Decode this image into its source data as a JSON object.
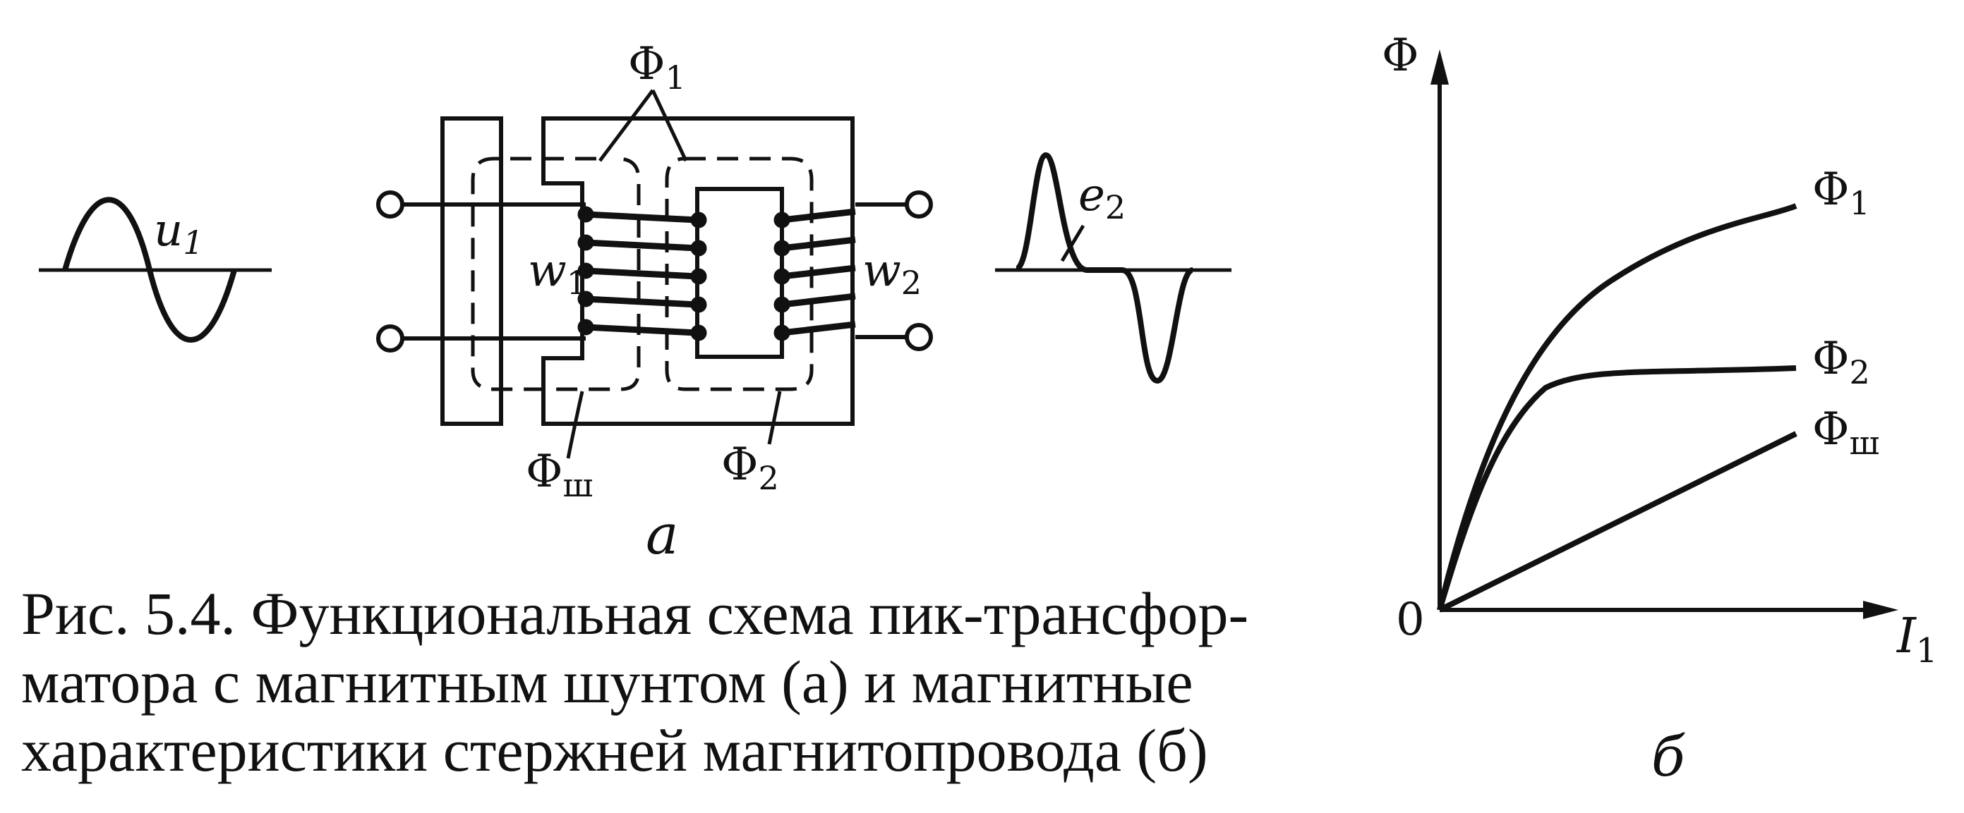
{
  "figure": {
    "panel_a": {
      "input_label": "u",
      "input_label_sub": "1",
      "flux1_label": "Φ",
      "flux1_sub": "1",
      "flux2_label": "Φ",
      "flux2_sub": "2",
      "shunt_flux_label": "Φ",
      "shunt_flux_sub": "ш",
      "winding1_label": "w",
      "winding1_sub": "1",
      "winding2_label": "w",
      "winding2_sub": "2",
      "output_label": "e",
      "output_label_sub": "2",
      "panel_letter": "а"
    },
    "panel_b": {
      "y_axis_label": "Φ",
      "x_axis_label": "I",
      "x_axis_sub": "1",
      "origin_label": "0",
      "curve1_label": "Φ",
      "curve1_sub": "1",
      "curve2_label": "Φ",
      "curve2_sub": "2",
      "curve3_label": "Φ",
      "curve3_sub": "ш",
      "panel_letter": "б"
    },
    "caption": {
      "line1": "Рис. 5.4. Функциональная схема пик-трансфор-",
      "line2": "матора с магнитным шунтом (а) и магнитные",
      "line3": "характеристики стержней магнитопровода (б)"
    }
  }
}
